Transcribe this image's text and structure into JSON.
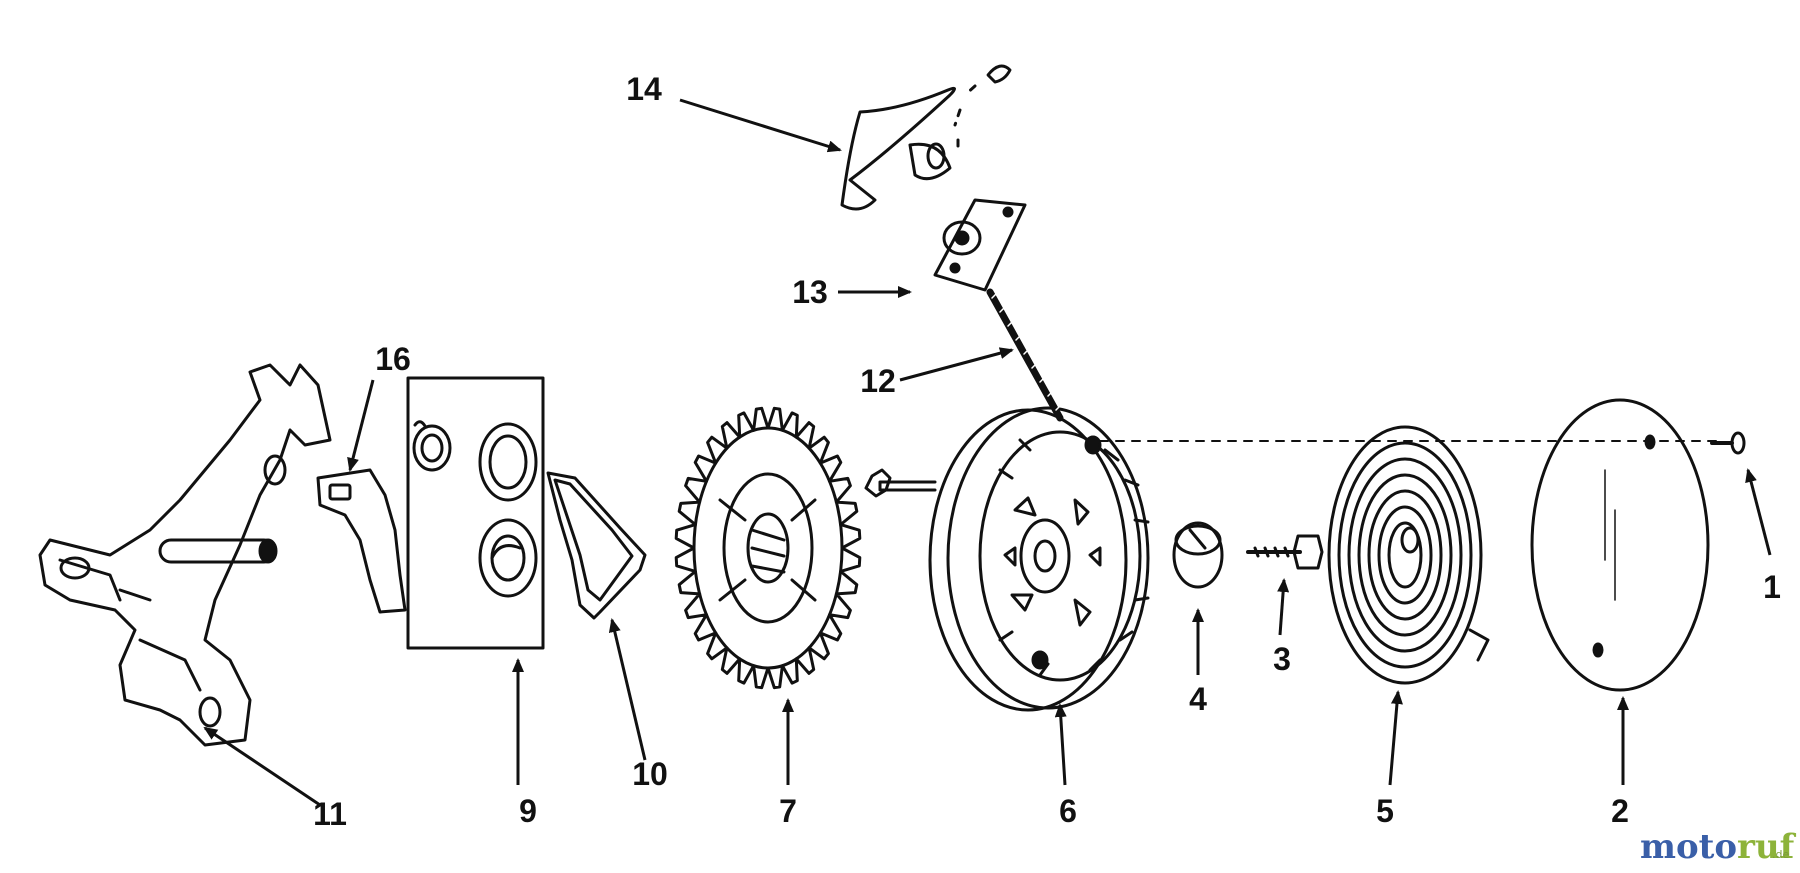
{
  "diagram": {
    "parts": [
      {
        "id": "part-1",
        "label": "1"
      },
      {
        "id": "part-2",
        "label": "2"
      },
      {
        "id": "part-3",
        "label": "3"
      },
      {
        "id": "part-4",
        "label": "4"
      },
      {
        "id": "part-5",
        "label": "5"
      },
      {
        "id": "part-6",
        "label": "6"
      },
      {
        "id": "part-7",
        "label": "7"
      },
      {
        "id": "part-9",
        "label": "9"
      },
      {
        "id": "part-10",
        "label": "10"
      },
      {
        "id": "part-11",
        "label": "11"
      },
      {
        "id": "part-12",
        "label": "12"
      },
      {
        "id": "part-13",
        "label": "13"
      },
      {
        "id": "part-14",
        "label": "14"
      },
      {
        "id": "part-16",
        "label": "16"
      }
    ]
  },
  "watermark": {
    "brand_part1": "moto",
    "brand_part2": "ruf",
    "suffix": ".de",
    "colors": {
      "part1": "#3a5fa8",
      "part2": "#8db33a"
    }
  }
}
